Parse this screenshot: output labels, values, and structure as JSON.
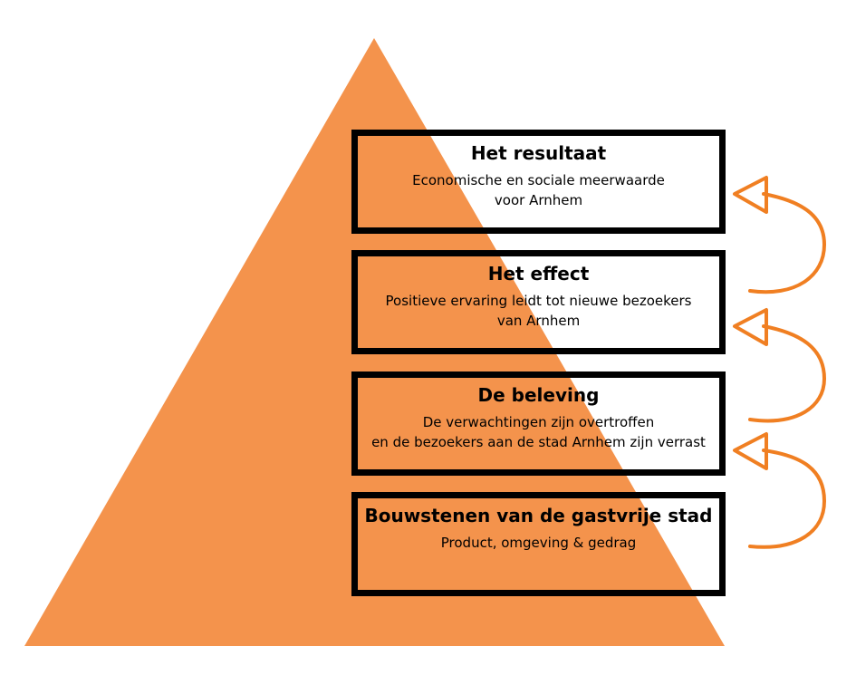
{
  "colors": {
    "pyramid": "#F4934C",
    "arrow": "#F07F22",
    "box_border": "#000000",
    "text": "#000000"
  },
  "levels": [
    {
      "title": "Het resultaat",
      "lines": [
        "Economische en sociale meerwaarde",
        "voor Arnhem"
      ]
    },
    {
      "title": "Het effect",
      "lines": [
        "Positieve ervaring leidt tot nieuwe bezoekers",
        "van Arnhem"
      ]
    },
    {
      "title": "De beleving",
      "lines": [
        "De verwachtingen zijn overtroffen",
        "en de bezoekers aan de stad Arnhem zijn verrast"
      ]
    },
    {
      "title": "Bouwstenen van de gastvrije stad",
      "lines": [
        "Product, omgeving & gedrag"
      ]
    }
  ]
}
